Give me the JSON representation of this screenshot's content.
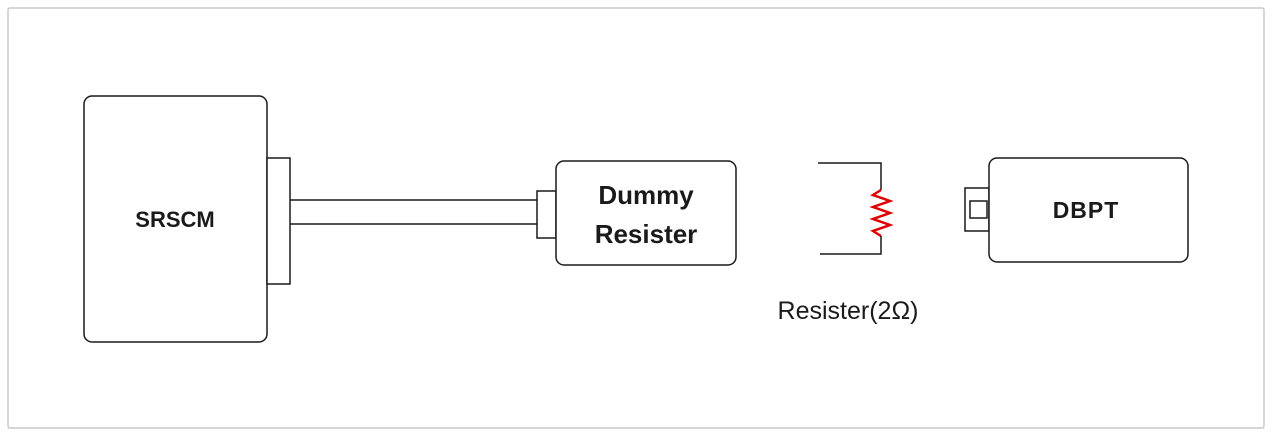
{
  "diagram": {
    "srscm_label": "SRSCM",
    "dummy_label_line1": "Dummy",
    "dummy_label_line2": "Resister",
    "resistor_caption": "Resister(2Ω)",
    "dbpt_label": "DBPT",
    "colors": {
      "outline": "#1a1a1a",
      "frame": "#c8c8c8",
      "resistor": "#e00000"
    }
  }
}
